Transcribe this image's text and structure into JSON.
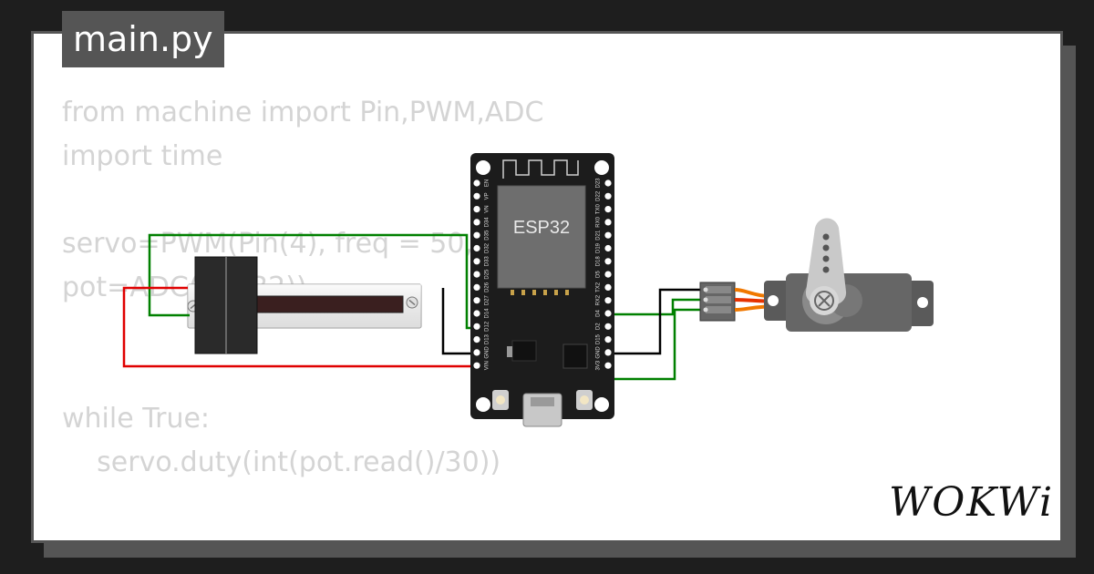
{
  "file_tab": {
    "label": "main.py"
  },
  "code": {
    "lines": [
      "from machine import Pin,PWM,ADC",
      "import time",
      "",
      "servo=PWM(Pin(4), freq = 50, duty = 0)",
      "pot=ADC(Pin(32))",
      "",
      "",
      "while True:",
      "    servo.duty(int(pot.read()/30))"
    ]
  },
  "board": {
    "label": "ESP32",
    "left_pins": [
      "EN",
      "VP",
      "VN",
      "D34",
      "D35",
      "D32",
      "D33",
      "D25",
      "D26",
      "D27",
      "D14",
      "D12",
      "D13",
      "GND",
      "VIN"
    ],
    "right_pins": [
      "D23",
      "D22",
      "TX0",
      "RX0",
      "D21",
      "D19",
      "D18",
      "D5",
      "TX2",
      "RX2",
      "D4",
      "D2",
      "D15",
      "GND",
      "3V3"
    ]
  },
  "colors": {
    "wire_green": "#008000",
    "wire_red": "#e00000",
    "wire_black": "#000000",
    "servo_orange": "#f07800",
    "servo_red": "#e63200",
    "servo_brown": "#7a3b00"
  },
  "logo": {
    "text": "WOKWi"
  }
}
